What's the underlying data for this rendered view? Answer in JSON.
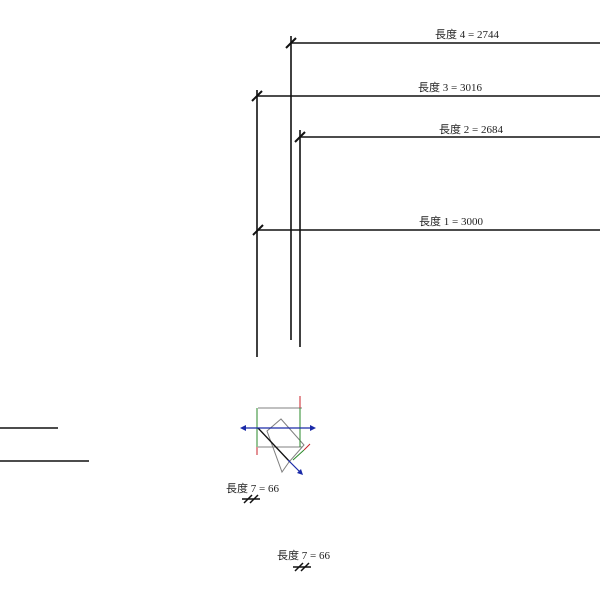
{
  "dimensions": [
    {
      "label": "長度 4 = 2744"
    },
    {
      "label": "長度 3 = 3016"
    },
    {
      "label": "長度 2 = 2684"
    },
    {
      "label": "長度 1 = 3000"
    }
  ],
  "symbol_labels": [
    {
      "label": "長度 7 = 66"
    },
    {
      "label": "長度 7 = 66"
    }
  ],
  "colors": {
    "line": "#111111",
    "axis_blue": "#1a2aa8",
    "axis_red": "#c8202a",
    "axis_green": "#2a8a2a",
    "ref_gray": "#808080"
  }
}
